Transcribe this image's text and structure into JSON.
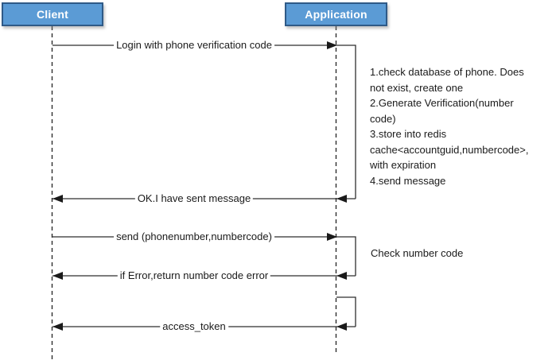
{
  "diagram": {
    "type": "sequence-diagram",
    "actors": [
      {
        "label": "Client"
      },
      {
        "label": "Application"
      }
    ],
    "messages": [
      {
        "label": "Login with phone verification code",
        "from": "Client",
        "to": "Application",
        "direction": "right"
      },
      {
        "label": "OK.I have sent message",
        "from": "Application",
        "to": "Client",
        "direction": "left"
      },
      {
        "label": "send (phonenumber,numbercode)",
        "from": "Client",
        "to": "Application",
        "direction": "right"
      },
      {
        "label": "if Error,return number code error",
        "from": "Application",
        "to": "Client",
        "direction": "left"
      },
      {
        "label": "access_token",
        "from": "Application",
        "to": "Client",
        "direction": "left"
      }
    ],
    "note_lines": [
      "1.check database of phone. Does",
      "not exist, create one",
      "2.Generate Verification(number",
      "code)",
      "3.store into redis",
      "cache<accountguid,numbercode>,",
      "with expiration",
      "4.send message"
    ],
    "side_label": "Check number code",
    "colors": {
      "actor_fill": "#5b9bd5",
      "actor_border": "#2f5a87",
      "line": "#2e2e2e",
      "text": "#1a1a1a"
    }
  }
}
